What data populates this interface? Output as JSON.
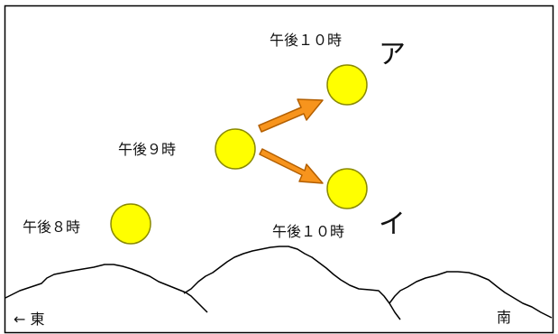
{
  "labels": {
    "pm8": "午後８時",
    "pm9": "午後９時",
    "pm10_upper": "午後１０時",
    "pm10_lower": "午後１０時",
    "choice_a": "ア",
    "choice_i": "イ",
    "direction_east": "← 東",
    "direction_south": "南"
  },
  "colors": {
    "moon_fill": "#ffff00",
    "moon_stroke": "#8a8a00",
    "arrow_fill": "#f7941d",
    "arrow_stroke": "#b35f00",
    "ridge": "#000000",
    "frame": "#000000"
  },
  "icons": {
    "moon": "circle",
    "arrow": "block-arrow"
  }
}
